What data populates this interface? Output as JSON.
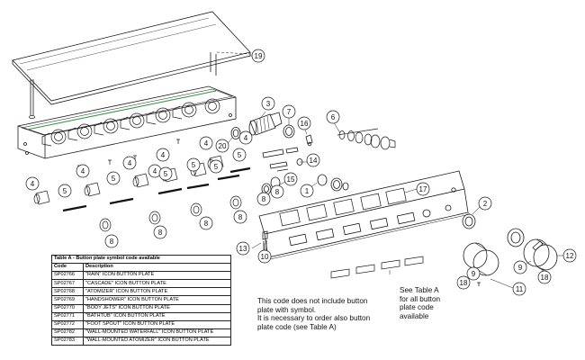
{
  "table": {
    "title": "Table A - Button plate symbol code available",
    "headers": [
      "Code",
      "Description"
    ],
    "rows": [
      [
        "SP02766",
        "\"RAIN\" ICON BUTTON PLATE"
      ],
      [
        "SP02767",
        "\"CASCADE\" ICON BUTTON PLATE"
      ],
      [
        "SP02768",
        "\"ATOMIZER\" ICON BUTTON PLATE"
      ],
      [
        "SP02769",
        "\"HANDSHOWER\" ICON BUTTON PLATE"
      ],
      [
        "SP02770",
        "\"BODY JETS\" ICON BUTTON PLATE"
      ],
      [
        "SP02771",
        "\"BATHTUB\" ICON BUTTON PLATE"
      ],
      [
        "SP02772",
        "\"FOOT SPOUT\" ICON BUTTON PLATE"
      ],
      [
        "SP02782",
        "\"WALL-MOUNTED WATERFALL\" ICON BUTTON PLATE"
      ],
      [
        "SP02783",
        "\"WALL-MOUNTED ATOMIZER\" ICON BUTTON PLATE"
      ]
    ]
  },
  "notes": {
    "code_note": "This code does not include button\nplate with symbol.\nIt is necessary to order also button\nplate code (see Table A)",
    "see_table": "See Table A\nfor all button\nplate code\navailable"
  },
  "callouts": [
    "19",
    "3",
    "7",
    "16",
    "6",
    "20",
    "4",
    "4",
    "4",
    "4",
    "4",
    "4",
    "4",
    "5",
    "5",
    "5",
    "5",
    "5",
    "5",
    "8",
    "8",
    "8",
    "8",
    "8",
    "8",
    "14",
    "15",
    "1",
    "17",
    "2",
    "9",
    "9",
    "12",
    "11",
    "18",
    "18",
    "13",
    "10"
  ]
}
